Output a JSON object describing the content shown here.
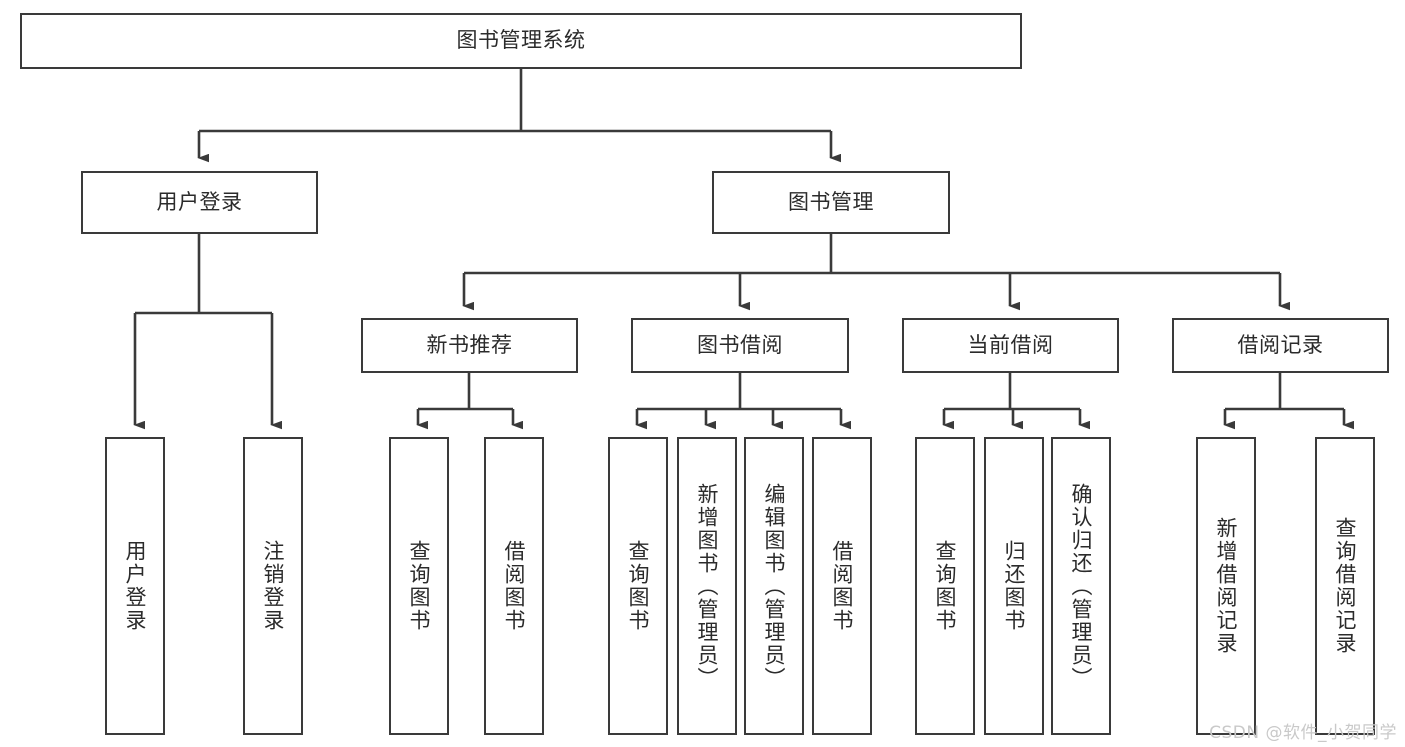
{
  "diagram": {
    "title": "图书管理系统",
    "type": "hierarchy-tree",
    "levels": 4,
    "nodes": {
      "root": {
        "label": "图书管理系统",
        "orientation": "horizontal"
      },
      "level2": [
        {
          "id": "user-login",
          "label": "用户登录",
          "orientation": "horizontal"
        },
        {
          "id": "book-manage",
          "label": "图书管理",
          "orientation": "horizontal"
        }
      ],
      "level3": [
        {
          "id": "new-book-recommend",
          "label": "新书推荐",
          "orientation": "horizontal"
        },
        {
          "id": "book-borrow",
          "label": "图书借阅",
          "orientation": "horizontal"
        },
        {
          "id": "current-borrow",
          "label": "当前借阅",
          "orientation": "horizontal"
        },
        {
          "id": "borrow-record",
          "label": "借阅记录",
          "orientation": "horizontal"
        }
      ],
      "leaves": {
        "user-login": [
          {
            "id": "leaf-user-login",
            "label": "用户登录"
          },
          {
            "id": "leaf-logout",
            "label": "注销登录"
          }
        ],
        "new-book-recommend": [
          {
            "id": "leaf-query-book-1",
            "label": "查询图书"
          },
          {
            "id": "leaf-borrow-book-1",
            "label": "借阅图书"
          }
        ],
        "book-borrow": [
          {
            "id": "leaf-query-book-2",
            "label": "查询图书"
          },
          {
            "id": "leaf-add-book",
            "label": "新增图书（管理员）"
          },
          {
            "id": "leaf-edit-book",
            "label": "编辑图书（管理员）"
          },
          {
            "id": "leaf-borrow-book-2",
            "label": "借阅图书"
          }
        ],
        "current-borrow": [
          {
            "id": "leaf-query-book-3",
            "label": "查询图书"
          },
          {
            "id": "leaf-return-book",
            "label": "归还图书"
          },
          {
            "id": "leaf-confirm-return",
            "label": "确认归还（管理员）"
          }
        ],
        "borrow-record": [
          {
            "id": "leaf-add-record",
            "label": "新增借阅记录"
          },
          {
            "id": "leaf-query-record",
            "label": "查询借阅记录"
          }
        ]
      }
    },
    "colors": {
      "border": "#3a3a3a",
      "connector": "#3a3a3a",
      "background": "#ffffff",
      "text": "#2b2b2b",
      "watermark": "#c9c9c9"
    }
  },
  "watermark": "CSDN @软件_小贺同学"
}
